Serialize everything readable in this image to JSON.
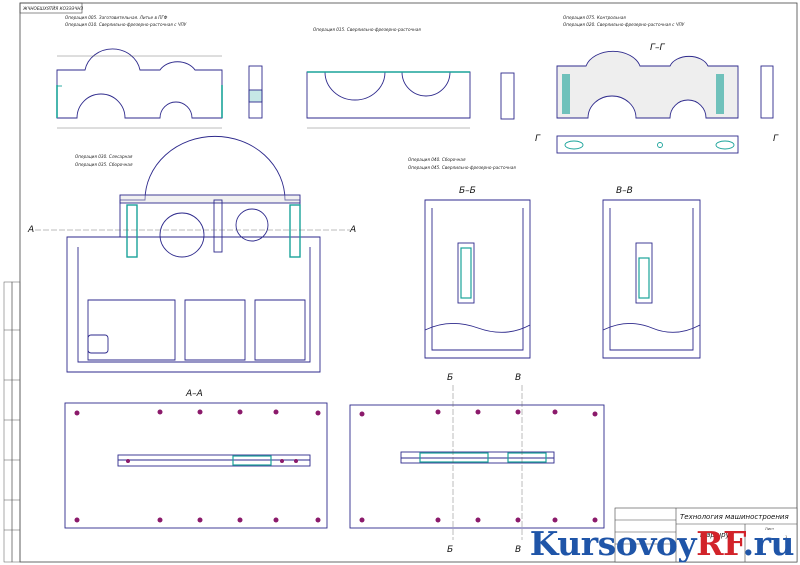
{
  "stamp": {
    "top_left": "ЖЧНОЕШХЯТЙЯ КОЗЭЭЧНЗ"
  },
  "operations": {
    "op_005": "Операция 005. Заготовительная. Литье в ПГФ",
    "op_010": "Операция 010. Сверлильно-фрезерно-расточная с ЧПУ",
    "op_015": "Операция 015. Сверлильно-фрезерно-расточная",
    "op_075_a": "Операция 075. Контрольная",
    "op_075_b": "Операция 020. Сверлильно-фрезерно-расточная с ЧПУ",
    "op_030": "Операция 030. Слесарная",
    "op_035": "Операция 035. Сборочная",
    "op_040": "Операция 040. Сборочная",
    "op_045": "Операция 045. Сверлильно-фрезерно-расточная"
  },
  "sections": {
    "gg": "Г–Г",
    "bb": "Б–Б",
    "vv": "В–В",
    "aa": "А–А",
    "a_left": "А",
    "a_right": "А",
    "g_left": "Г",
    "g_right": "Г",
    "b_top": "Б",
    "v_top": "В",
    "b_bottom": "Б",
    "v_bottom": "В"
  },
  "title_block": {
    "title": "Технология машиностроения",
    "subtitle": "Маршрут",
    "sheet_label": "Лист",
    "sheet_value": "1"
  },
  "watermark": {
    "part_a": "Kursovoy",
    "part_b": "RF",
    "part_c": ".ru"
  },
  "colors": {
    "outline": "#2e2a8c",
    "accent": "#1aa39a",
    "mark": "#8b1a6b",
    "watermark_blue": "#1f55a8",
    "watermark_red": "#d2232a"
  }
}
